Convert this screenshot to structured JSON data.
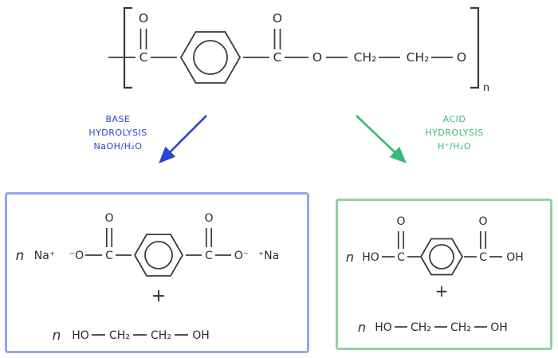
{
  "colors": {
    "bond": "#3a3a3a",
    "structure_text": "#2d2d2d",
    "base_accent": "#2a44d4",
    "acid_accent": "#3cb878",
    "base_box_border": "#92a7e8",
    "acid_box_border": "#92cfa4",
    "background": "#ffffff"
  },
  "pet_structure": {
    "carbonyl_c_left": "C",
    "carbonyl_o_left": "O",
    "carbonyl_c_right": "C",
    "carbonyl_o_right": "O",
    "ester_o": "O",
    "ch2_first": "CH₂",
    "ch2_second": "CH₂",
    "chain_o": "O",
    "repeat_subscript": "n"
  },
  "base_pathway": {
    "label_line1": "BASE",
    "label_line2": "HYDROLYSIS",
    "label_line3": "NaOH/H₂O",
    "accent_color": "#2a44d4"
  },
  "acid_pathway": {
    "label_line1": "ACID",
    "label_line2": "HYDROLYSIS",
    "label_line3": "H⁺/H₂O",
    "accent_color": "#3cb878"
  },
  "base_products": {
    "coefficient_1": "n",
    "sodium_left": "Na⁺",
    "carboxylate_o_left": "⁻O",
    "carbonyl_c_left": "C",
    "carbonyl_o_left": "O",
    "carbonyl_c_right": "C",
    "carbonyl_o_right": "O",
    "carboxylate_o_right": "O⁻",
    "sodium_right": "⁺Na",
    "plus_sign": "+",
    "coefficient_2": "n",
    "glycol_ho": "HO",
    "glycol_ch2_first": "CH₂",
    "glycol_ch2_second": "CH₂",
    "glycol_oh": "OH"
  },
  "acid_products": {
    "coefficient_1": "n",
    "acid_ho_left": "HO",
    "carbonyl_c_left": "C",
    "carbonyl_o_left": "O",
    "carbonyl_c_right": "C",
    "carbonyl_o_right": "O",
    "acid_oh_right": "OH",
    "plus_sign": "+",
    "coefficient_2": "n",
    "glycol_ho": "HO",
    "glycol_ch2_first": "CH₂",
    "glycol_ch2_second": "CH₂",
    "glycol_oh": "OH"
  }
}
